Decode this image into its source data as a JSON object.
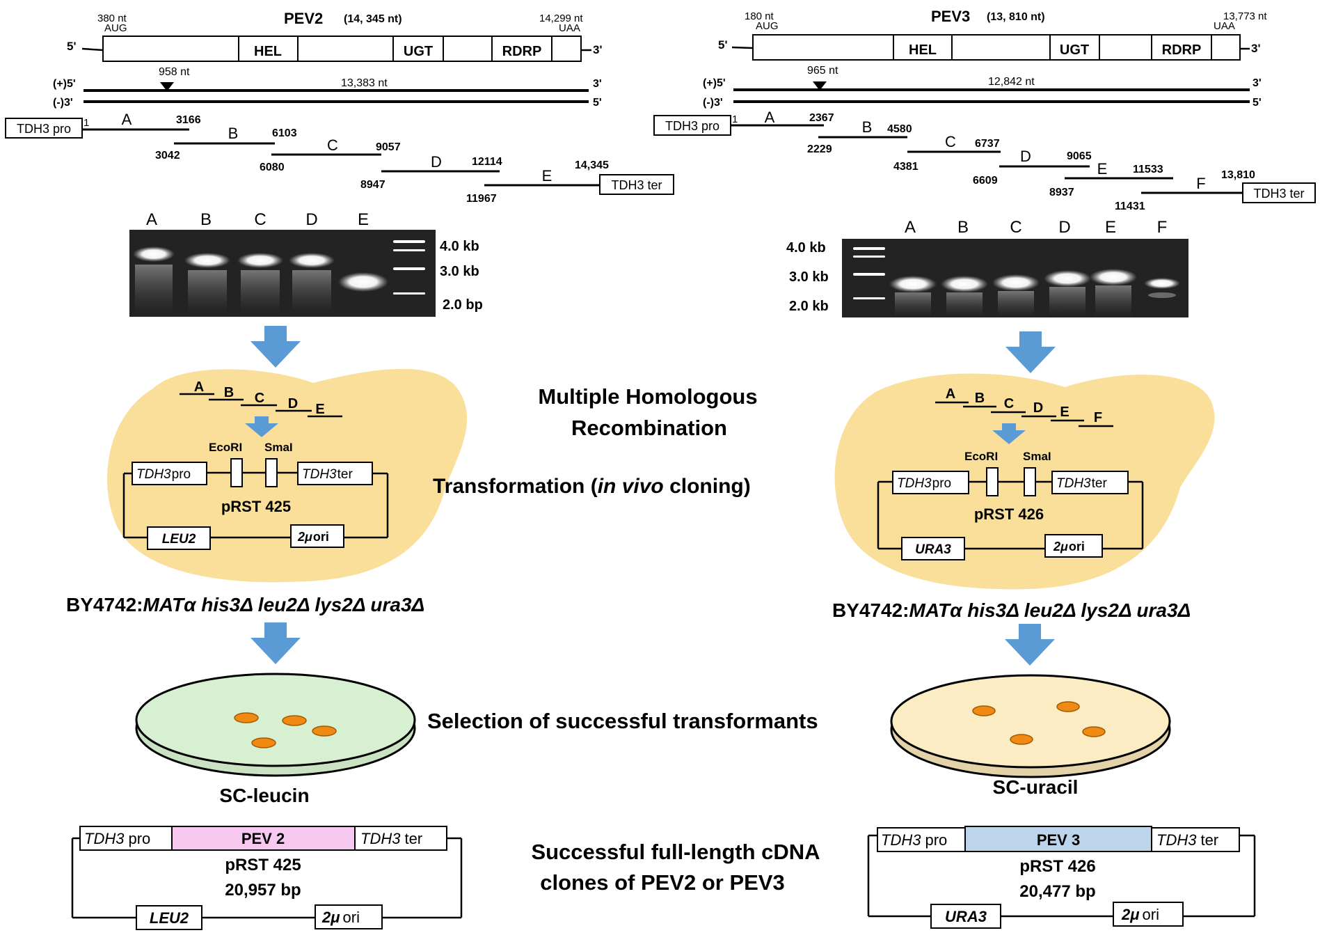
{
  "colors": {
    "arrow": "#5b9bd5",
    "cell": "#fadf9a",
    "plate_left": "#d8f0d2",
    "plate_right": "#fcecc4",
    "colony": "#f08a12",
    "pev2_box": "#f7c9f0",
    "pev3_box": "#bcd5ea",
    "gel": "#232323"
  },
  "left": {
    "title": "PEV2",
    "title_len": "(14, 345 nt)",
    "start_nt": "380 nt",
    "start_codon": "AUG",
    "end_nt": "14,299 nt",
    "end_codon": "UAA",
    "five_prime": "5'",
    "three_prime": "3'",
    "domains": [
      "HEL",
      "UGT",
      "RDRP"
    ],
    "plus_label": "(+)5'",
    "minus_label": "(-)3'",
    "plus_end": "3'",
    "minus_end": "5'",
    "mark_nt": "958 nt",
    "strand_len": "13,383 nt",
    "pro_label": "TDH3 pro",
    "ter_label": "TDH3 ter",
    "pro_pos": "1",
    "fragments": [
      {
        "name": "A",
        "start": "",
        "end": "3166"
      },
      {
        "name": "B",
        "start": "3042",
        "end": "6103"
      },
      {
        "name": "C",
        "start": "6080",
        "end": "9057"
      },
      {
        "name": "D",
        "start": "8947",
        "end": "12114"
      },
      {
        "name": "E",
        "start": "11967",
        "end": "14,345"
      }
    ],
    "gel_lanes": [
      "A",
      "B",
      "C",
      "D",
      "E"
    ],
    "gel_markers": [
      "4.0 kb",
      "3.0 kb",
      "2.0 bp"
    ],
    "cell_fragments": [
      "A",
      "B",
      "C",
      "D",
      "E"
    ],
    "ecori": "EcoRI",
    "smai": "SmaI",
    "vector_pro_i": "TDH3",
    "vector_pro": "pro",
    "vector_ter_i": "TDH3",
    "vector_ter": "ter",
    "vector_name": "pRST 425",
    "marker_gene": "LEU2",
    "ori_mu": "2μ",
    "ori": "ori",
    "strain_prefix": "BY4742:",
    "strain_genotype": "MATα his3Δ leu2Δ lys2Δ ura3Δ",
    "plate_label": "SC-leucin",
    "clone_pro_i": "TDH3",
    "clone_pro": "pro",
    "clone_insert": "PEV 2",
    "clone_ter_i": "TDH3",
    "clone_ter": "ter",
    "clone_name": "pRST 425",
    "clone_size": "20,957 bp",
    "clone_marker": "LEU2",
    "clone_ori_mu": "2μ",
    "clone_ori": "ori"
  },
  "right": {
    "title": "PEV3",
    "title_len": "(13, 810 nt)",
    "start_nt": "180 nt",
    "start_codon": "AUG",
    "end_nt": "13,773 nt",
    "end_codon": "UAA",
    "five_prime": "5'",
    "three_prime": "3'",
    "domains": [
      "HEL",
      "UGT",
      "RDRP"
    ],
    "plus_label": "(+)5'",
    "minus_label": "(-)3'",
    "plus_end": "3'",
    "minus_end": "5'",
    "mark_nt": "965 nt",
    "strand_len": "12,842 nt",
    "pro_label": "TDH3 pro",
    "ter_label": "TDH3 ter",
    "pro_pos": "1",
    "fragments": [
      {
        "name": "A",
        "start": "",
        "end": "2367"
      },
      {
        "name": "B",
        "start": "2229",
        "end": "4580"
      },
      {
        "name": "C",
        "start": "4381",
        "end": "6737"
      },
      {
        "name": "D",
        "start": "6609",
        "end": "9065"
      },
      {
        "name": "E",
        "start": "8937",
        "end": "11533"
      },
      {
        "name": "F",
        "start": "11431",
        "end": "13,810"
      }
    ],
    "gel_lanes": [
      "A",
      "B",
      "C",
      "D",
      "E",
      "F"
    ],
    "gel_markers": [
      "4.0 kb",
      "3.0 kb",
      "2.0 kb"
    ],
    "cell_fragments": [
      "A",
      "B",
      "C",
      "D",
      "E",
      "F"
    ],
    "ecori": "EcoRI",
    "smai": "SmaI",
    "vector_pro_i": "TDH3",
    "vector_pro": "pro",
    "vector_ter_i": "TDH3",
    "vector_ter": "ter",
    "vector_name": "pRST 426",
    "marker_gene": "URA3",
    "ori_mu": "2μ",
    "ori": "ori",
    "strain_prefix": "BY4742:",
    "strain_genotype": "MATα his3Δ leu2Δ lys2Δ ura3Δ",
    "plate_label": "SC-uracil",
    "clone_pro_i": "TDH3",
    "clone_pro": "pro",
    "clone_insert": "PEV 3",
    "clone_ter_i": "TDH3",
    "clone_ter": "ter",
    "clone_name": "pRST 426",
    "clone_size": "20,477 bp",
    "clone_marker": "URA3",
    "clone_ori_mu": "2μ",
    "clone_ori": "ori"
  },
  "center": {
    "recombination_line1": "Multiple Homologous",
    "recombination_line2": "Recombination",
    "transformation_prefix": "Transformation  (",
    "transformation_italic": "in vivo",
    "transformation_suffix": " cloning)",
    "selection": "Selection of successful transformants",
    "result_line1": "Successful full-length cDNA",
    "result_line2": "clones of PEV2 or PEV3"
  }
}
